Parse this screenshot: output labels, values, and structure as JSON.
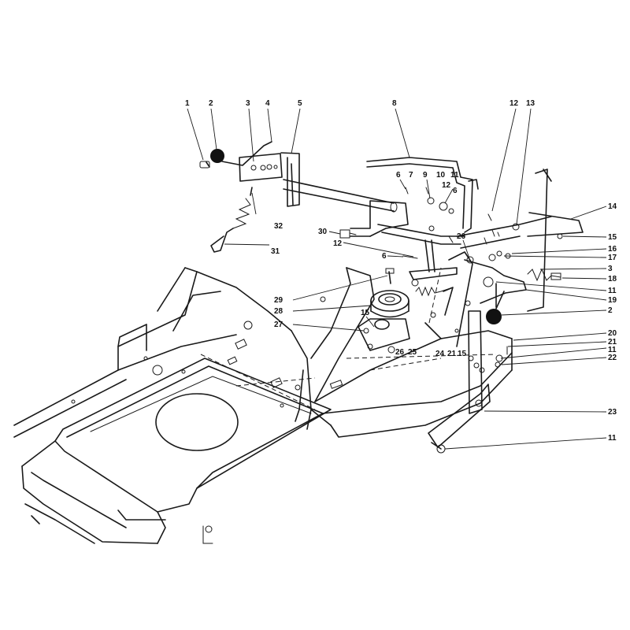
{
  "diagram": {
    "callouts": [
      {
        "id": "c1",
        "text": "1"
      },
      {
        "id": "c2",
        "text": "2"
      },
      {
        "id": "c3",
        "text": "3"
      },
      {
        "id": "c4",
        "text": "4"
      },
      {
        "id": "c5",
        "text": "5"
      },
      {
        "id": "c8",
        "text": "8"
      },
      {
        "id": "c12a",
        "text": "12"
      },
      {
        "id": "c13",
        "text": "13"
      },
      {
        "id": "c6a",
        "text": "6"
      },
      {
        "id": "c7",
        "text": "7"
      },
      {
        "id": "c9",
        "text": "9"
      },
      {
        "id": "c10",
        "text": "10"
      },
      {
        "id": "c11a",
        "text": "11"
      },
      {
        "id": "c12b",
        "text": "12"
      },
      {
        "id": "c6b",
        "text": "6"
      },
      {
        "id": "c14",
        "text": "14"
      },
      {
        "id": "c15a",
        "text": "15"
      },
      {
        "id": "c16",
        "text": "16"
      },
      {
        "id": "c17",
        "text": "17"
      },
      {
        "id": "c3b",
        "text": "3"
      },
      {
        "id": "c18",
        "text": "18"
      },
      {
        "id": "c11b",
        "text": "11"
      },
      {
        "id": "c19",
        "text": "19"
      },
      {
        "id": "c2b",
        "text": "2"
      },
      {
        "id": "c20",
        "text": "20"
      },
      {
        "id": "c21a",
        "text": "21"
      },
      {
        "id": "c11c",
        "text": "11"
      },
      {
        "id": "c22",
        "text": "22"
      },
      {
        "id": "c23",
        "text": "23"
      },
      {
        "id": "c11d",
        "text": "11"
      },
      {
        "id": "c30",
        "text": "30"
      },
      {
        "id": "c12c",
        "text": "12"
      },
      {
        "id": "c26a",
        "text": "26"
      },
      {
        "id": "c6c",
        "text": "6"
      },
      {
        "id": "c32",
        "text": "32"
      },
      {
        "id": "c31",
        "text": "31"
      },
      {
        "id": "c29",
        "text": "29"
      },
      {
        "id": "c28",
        "text": "28"
      },
      {
        "id": "c27",
        "text": "27"
      },
      {
        "id": "c15b",
        "text": "15"
      },
      {
        "id": "c26b",
        "text": "26"
      },
      {
        "id": "c25",
        "text": "25"
      },
      {
        "id": "c24",
        "text": "24"
      },
      {
        "id": "c21b",
        "text": "21"
      },
      {
        "id": "c15c",
        "text": "15"
      }
    ]
  }
}
